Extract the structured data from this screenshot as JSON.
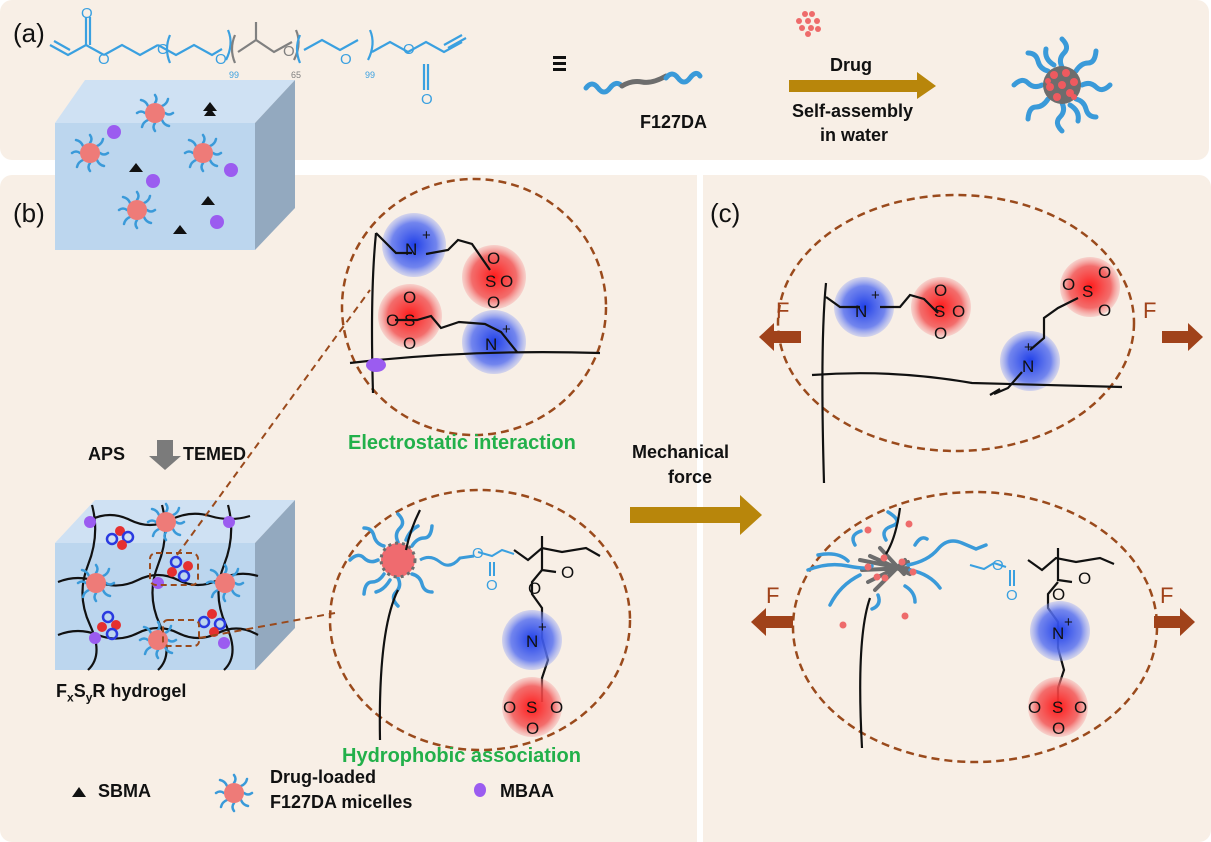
{
  "panels": {
    "a": {
      "label": "(a)",
      "polymer_repeat_1": "99",
      "polymer_repeat_2": "65",
      "polymer_repeat_3": "99",
      "equivalence_symbol": "≡",
      "polymer_name": "F127DA",
      "arrow_top_label": "Drug",
      "arrow_bottom_label_line1": "Self-assembly",
      "arrow_bottom_label_line2": "in water"
    },
    "b": {
      "label": "(b)",
      "initiator_left": "APS",
      "initiator_right": "TEMED",
      "hydrogel_name_prefix": "F",
      "hydrogel_sub_x": "x",
      "hydrogel_mid": "S",
      "hydrogel_sub_y": "y",
      "hydrogel_suffix": "R hydrogel",
      "zoom_1_caption": "Electrostatic interaction",
      "zoom_2_caption": "Hydrophobic association",
      "legend": {
        "sbma": "SBMA",
        "micelle_line1": "Drug-loaded",
        "micelle_line2": "F127DA micelles",
        "mbaa": "MBAA"
      }
    },
    "center_arrow": {
      "line1": "Mechanical",
      "line2": "force"
    },
    "c": {
      "label": "(c)",
      "force_label": "F"
    }
  },
  "chem_labels": {
    "n_plus": "N",
    "plus": "+",
    "sulfur": "S",
    "oxygen": "O",
    "minus": "-"
  },
  "colors": {
    "background": "#f8efe6",
    "peo_blue": "#3a9ad9",
    "ppo_gray": "#6d6d6d",
    "arrow_gold": "#b8860b",
    "force_rust": "#a0421a",
    "caption_green": "#22b04a",
    "cation_blue": "#3b52e0",
    "anion_red": "#ec3030",
    "mbaa_purple": "#9b5cf0",
    "gel_blue": "#bcd6ee"
  }
}
